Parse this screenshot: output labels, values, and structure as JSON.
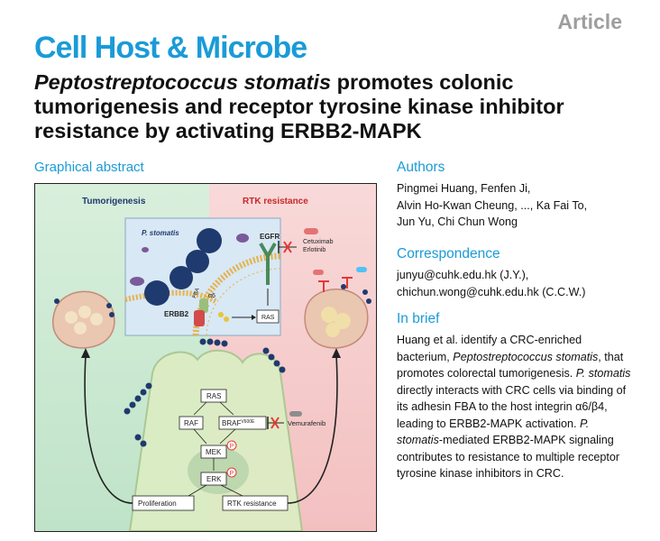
{
  "header": {
    "article_tag": "Article",
    "journal": "Cell Host & Microbe",
    "title_italic": "Peptostreptococcus stomatis",
    "title_rest": " promotes colonic tumorigenesis and receptor tyrosine kinase inhibitor resistance by activating ERBB2-MAPK"
  },
  "graphical_abstract": {
    "heading": "Graphical abstract",
    "left_panel_label": "Tumorigenesis",
    "right_panel_label": "RTK resistance",
    "bacterium_label": "P. stomatis",
    "fba_label": "FBA",
    "alpha6_label": "α6",
    "beta4_label": "β4",
    "erbb2_label": "ERBB2",
    "egfr_label": "EGFR",
    "cetuximab_label": "Cetuximab",
    "erlotinib_label": "Erlotinib",
    "ras_top_label": "RAS",
    "ras_label": "RAS",
    "raf_label": "RAF",
    "braf_label": "BRAF",
    "braf_sup": "V600E",
    "vemurafenib_label": "Vemurafenib",
    "mek_label": "MEK",
    "erk_label": "ERK",
    "p_label": "P",
    "proliferation_label": "Proliferation",
    "rtk_resistance_label": "RTK resistance",
    "colors": {
      "left_bg": "#cfe9d5",
      "right_bg": "#f6cdcd",
      "bacteria": "#1f3a6e",
      "cell": "#dcedc4",
      "accent": "#1a9bd7"
    }
  },
  "authors": {
    "heading": "Authors",
    "lines": [
      "Pingmei Huang, Fenfen Ji,",
      "Alvin Ho-Kwan Cheung, ..., Ka Fai To,",
      "Jun Yu, Chi Chun Wong"
    ]
  },
  "correspondence": {
    "heading": "Correspondence",
    "lines": [
      "junyu@cuhk.edu.hk (J.Y.),",
      "chichun.wong@cuhk.edu.hk (C.C.W.)"
    ]
  },
  "in_brief": {
    "heading": "In brief",
    "seg1": "Huang et al. identify a CRC-enriched bacterium, ",
    "seg2_italic": "Peptostreptococcus stomatis",
    "seg3": ", that promotes colorectal tumorigenesis. ",
    "seg4_italic": "P. stomatis",
    "seg5": " directly interacts with CRC cells via binding of its adhesin FBA to the host integrin α6/β4, leading to ERBB2-MAPK activation. ",
    "seg6_italic": "P. stomatis",
    "seg7": "-mediated ERBB2-MAPK signaling contributes to resistance to multiple receptor tyrosine kinase inhibitors in CRC."
  }
}
